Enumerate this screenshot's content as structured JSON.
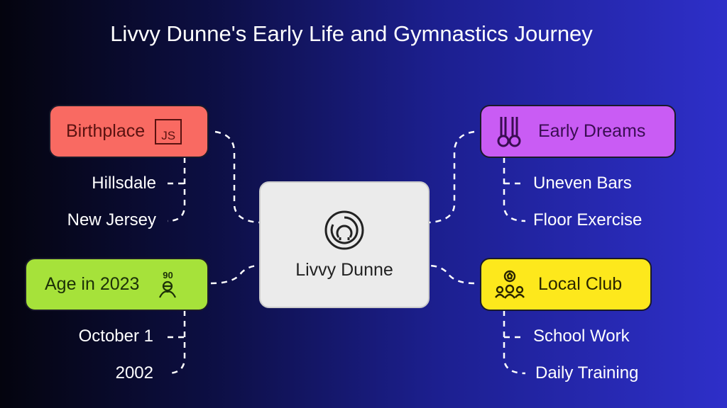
{
  "title": "Livvy Dunne's Early Life and Gymnastics Journey",
  "center": {
    "label": "Livvy Dunne",
    "icon": "maze-icon"
  },
  "nodes": {
    "birthplace": {
      "label": "Birthplace",
      "icon": "js-icon",
      "icon_text": "JS",
      "color": "#f96a62",
      "children": [
        "Hillsdale",
        "New Jersey"
      ]
    },
    "age": {
      "label": "Age in 2023",
      "icon": "age-icon",
      "icon_text": "90",
      "color": "#a6e23a",
      "children": [
        "October 1",
        "2002"
      ]
    },
    "dreams": {
      "label": "Early Dreams",
      "icon": "rings-icon",
      "color": "#c95cf4",
      "children": [
        "Uneven Bars",
        "Floor Exercise"
      ]
    },
    "club": {
      "label": "Local Club",
      "icon": "team-icon",
      "color": "#fde81c",
      "children": [
        "School Work",
        "Daily Training"
      ]
    }
  }
}
